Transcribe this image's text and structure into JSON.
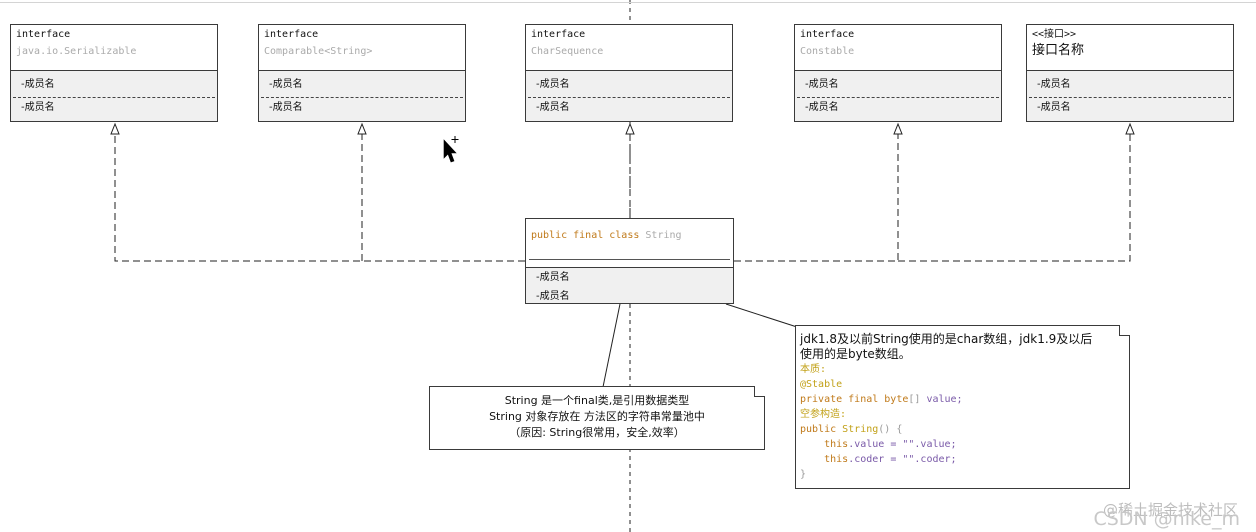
{
  "interfaces": [
    {
      "stereotype": "interface",
      "name": "java.io.Serializable",
      "members": [
        "-成员名",
        "-成员名"
      ]
    },
    {
      "stereotype": "interface",
      "name": "Comparable<String>",
      "members": [
        "-成员名",
        "-成员名"
      ]
    },
    {
      "stereotype": "interface",
      "name": "CharSequence",
      "members": [
        "-成员名",
        "-成员名"
      ]
    },
    {
      "stereotype": "interface",
      "name": "Constable",
      "members": [
        "-成员名",
        "-成员名"
      ]
    },
    {
      "stereotype": "<<接口>>",
      "name": "接口名称",
      "members": [
        "-成员名",
        "-成员名"
      ]
    }
  ],
  "string_class": {
    "modifiers": "public final class",
    "name": "String",
    "members": [
      "-成员名",
      "-成员名"
    ]
  },
  "note_main": {
    "line1": "String 是一个final类,是引用数据类型",
    "line2": "String 对象存放在 方法区的字符串常量池中",
    "line3": "（原因: String很常用，安全,效率）"
  },
  "note_code": {
    "line1": "jdk1.8及以前String使用的是char数组，jdk1.9及以后",
    "line2": "使用的是byte数组。",
    "label_essence": "本质:",
    "annotation": "@Stable",
    "field_modifiers": "private final byte",
    "field_brackets": "[]",
    "field_name": " value;",
    "label_ctor": "空参构造:",
    "ctor_public": "public",
    "ctor_name": " String",
    "ctor_sig": "() {",
    "stmt1_this": "this",
    "stmt1_rest": ".value = \"\".value;",
    "stmt2_this": "this",
    "stmt2_rest": ".coder = \"\".coder;",
    "close": "}"
  },
  "watermark": {
    "site": "@稀土掘金技术社区",
    "author": "CSDN @nike_m"
  },
  "colors": {
    "keyword": "#c07a1a",
    "annotation": "#c2a118",
    "muted": "#aaaaaa",
    "line": "#3a3a3a"
  }
}
